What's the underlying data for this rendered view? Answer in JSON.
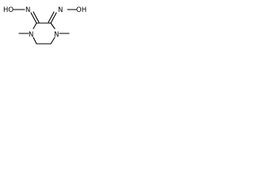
{
  "structure": {
    "atoms": {
      "oxime_left": "HO",
      "oxime_right": "OH",
      "oxime_n_left": "N",
      "oxime_n_right": "N",
      "ring_n_left": "N",
      "ring_n_right": "N"
    },
    "colors": {
      "bond": "#000000",
      "text": "#000000",
      "background": "#ffffff"
    }
  }
}
